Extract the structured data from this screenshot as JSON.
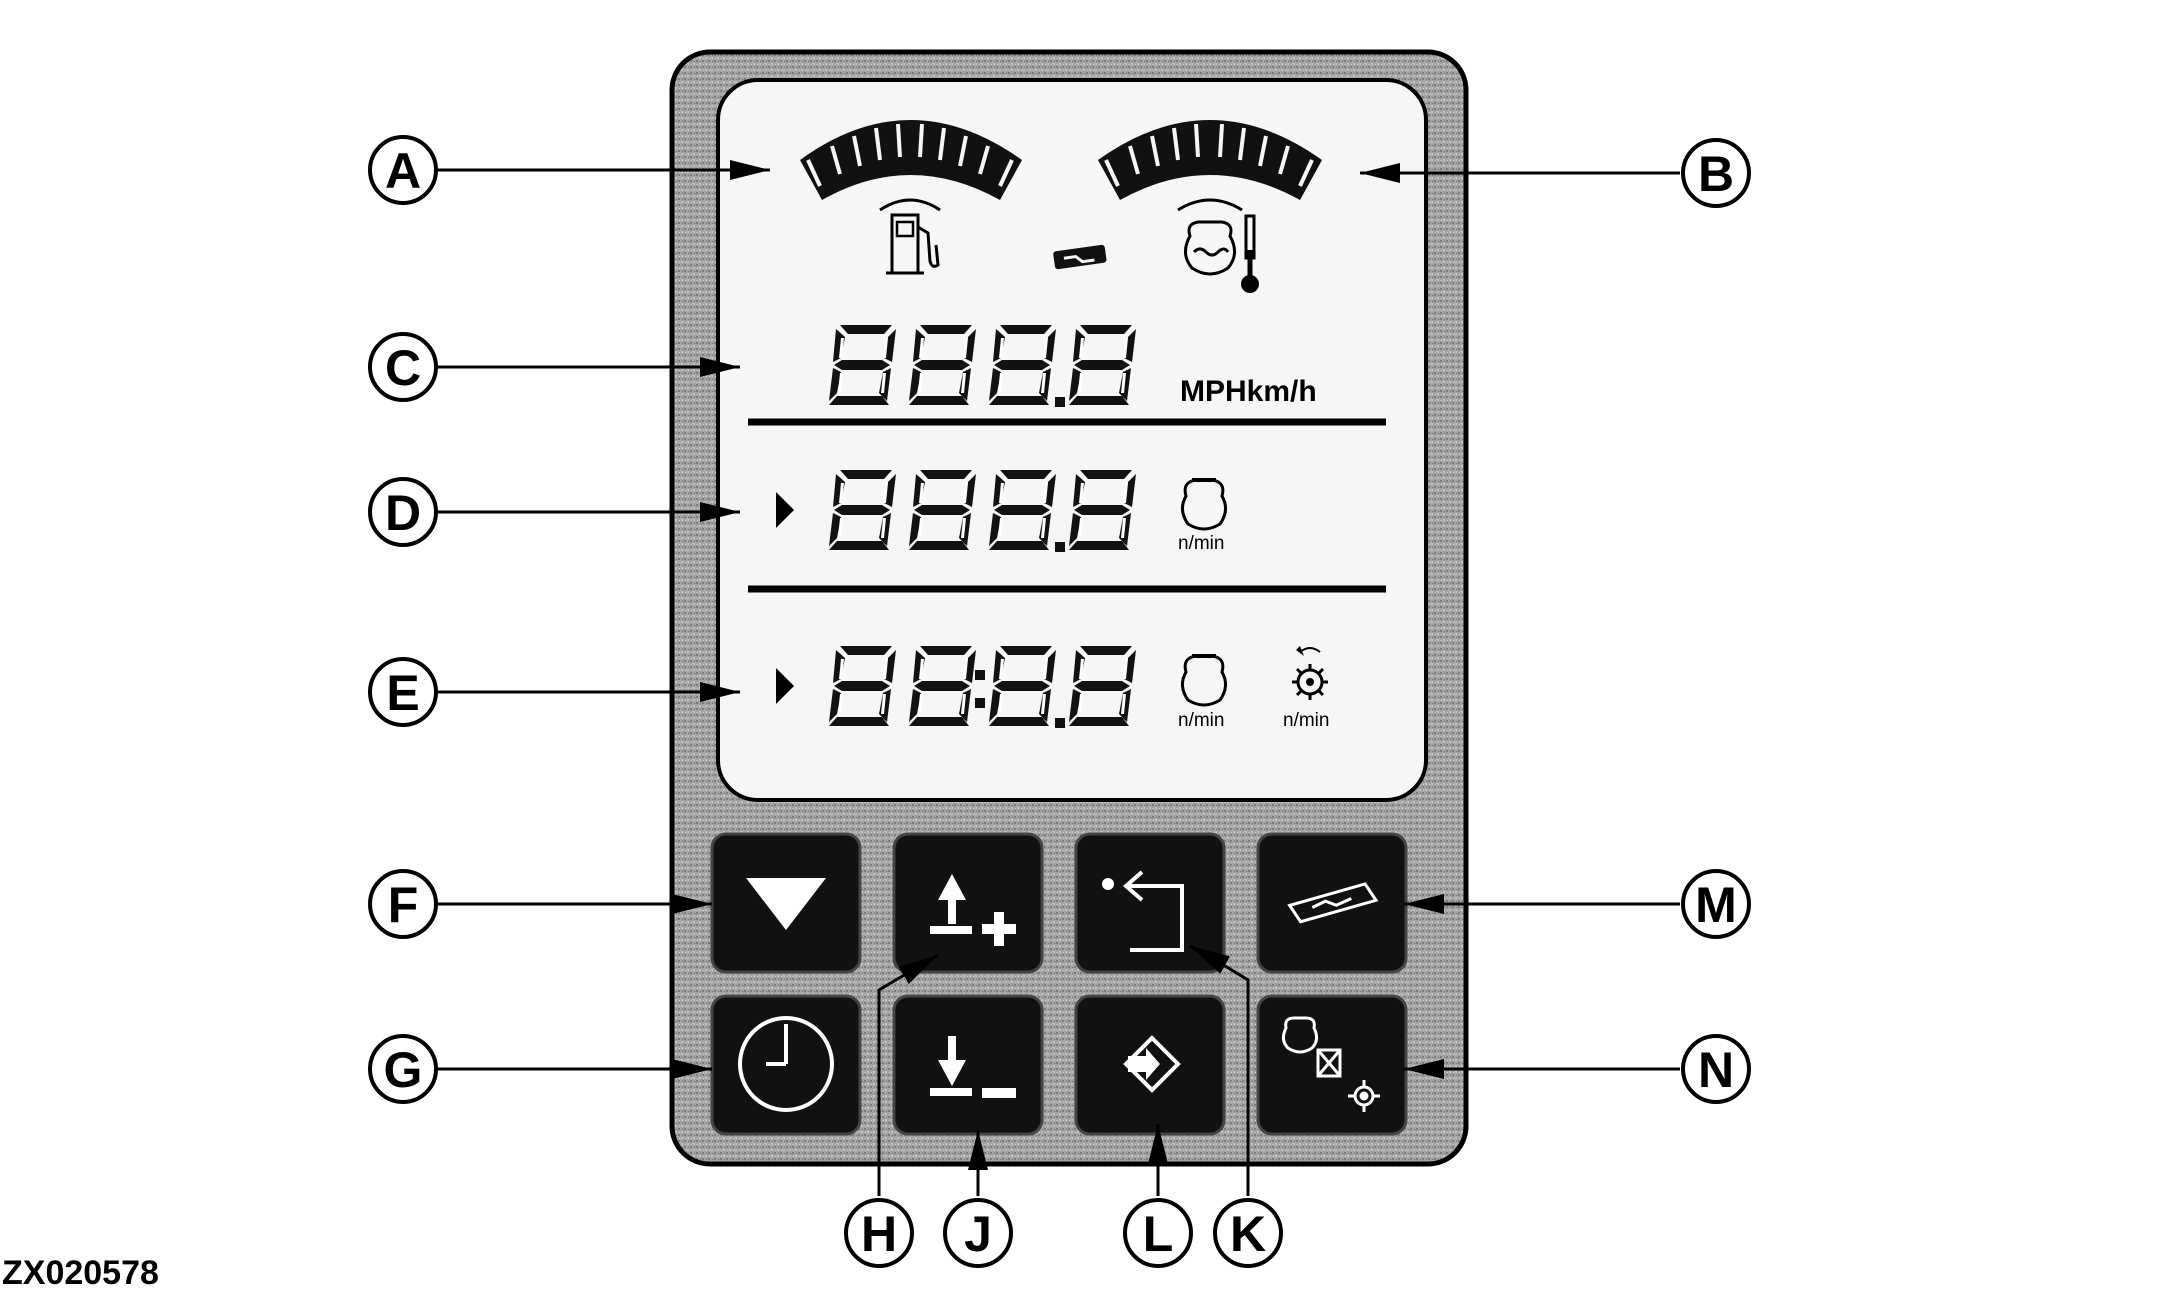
{
  "figure_id": "ZX020578",
  "callouts": {
    "A": "A",
    "B": "B",
    "C": "C",
    "D": "D",
    "E": "E",
    "F": "F",
    "G": "G",
    "H": "H",
    "J": "J",
    "K": "K",
    "L": "L",
    "M": "M",
    "N": "N"
  },
  "display": {
    "speed_unit": "MPHkm/h",
    "rpm_unit_row_d": "n/min",
    "rpm_unit_row_e_engine": "n/min",
    "rpm_unit_row_e_rotor": "n/min"
  },
  "buttons": [
    {
      "id": "F",
      "icon": "down-triangle-icon"
    },
    {
      "id": "H",
      "icon": "raise-plus-icon"
    },
    {
      "id": "K",
      "icon": "return-arrow-icon"
    },
    {
      "id": "M",
      "icon": "service-wrench-icon"
    },
    {
      "id": "G",
      "icon": "clock-icon"
    },
    {
      "id": "J",
      "icon": "lower-minus-icon"
    },
    {
      "id": "L",
      "icon": "enter-diamond-icon"
    },
    {
      "id": "N",
      "icon": "engine-rotor-toggle-icon"
    }
  ],
  "colors": {
    "panel_gray": "#9a9a9a",
    "display_bg": "#f6f6f6",
    "button_black": "#111111",
    "ink": "#000000"
  }
}
